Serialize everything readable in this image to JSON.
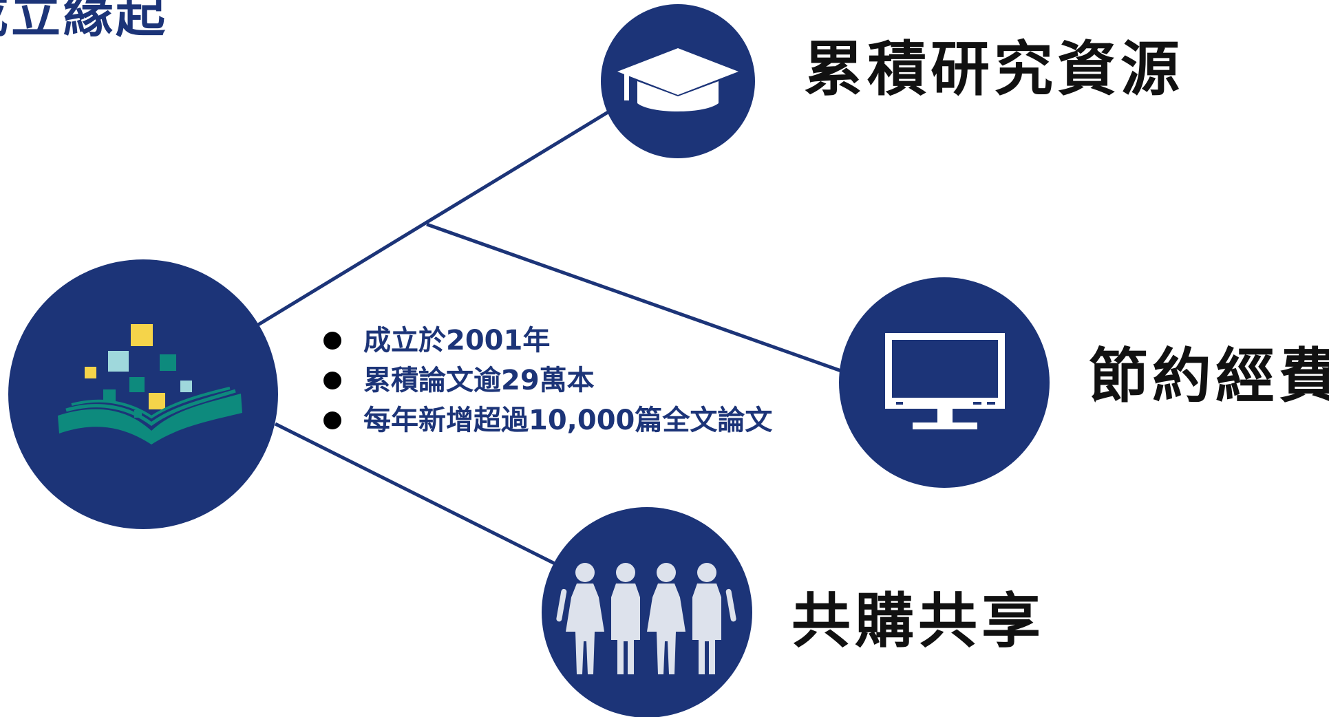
{
  "title": "成立緣起",
  "hub": {
    "icon": "open-book-pixels-icon",
    "bullets": [
      "成立於2001年",
      "累積論文逾29萬本",
      "每年新增超過10,000篇全文論文"
    ]
  },
  "branches": [
    {
      "label": "累積研究資源",
      "icon": "graduation-cap-icon"
    },
    {
      "label": "節約經費",
      "icon": "monitor-icon"
    },
    {
      "label": "共購共享",
      "icon": "people-group-icon"
    }
  ],
  "colors": {
    "circle": "#1c3478",
    "line": "#1c3478",
    "icon_light": "#dde2ec",
    "book_teal": "#0d8a7d",
    "pixel_yellow": "#f5d44a",
    "pixel_aqua": "#9fd8dc",
    "text_dark": "#111111"
  }
}
